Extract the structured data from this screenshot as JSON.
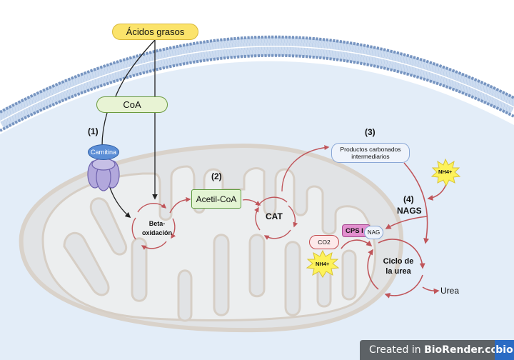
{
  "diagram": {
    "title_nodes": {
      "acidos_grasos": "Ácidos grasos",
      "coa": "CoA",
      "carnitina": "Carnitina",
      "beta_oxidacion_line1": "Beta-",
      "beta_oxidacion_line2": "oxidación",
      "acetil_coa": "Acetil-CoA",
      "cat": "CAT",
      "productos_line1": "Productos carbonados",
      "productos_line2": "intermediarios",
      "nh4_top": "NH4+",
      "nh4_bottom": "NH4+",
      "nags": "NAGS",
      "cps": "CPS I",
      "nag": "NAG",
      "co2": "CO2",
      "ciclo_line1": "Ciclo de",
      "ciclo_line2": "la urea",
      "urea": "Urea"
    },
    "step_labels": {
      "step1": "(1)",
      "step2": "(2)",
      "step3": "(3)",
      "step4": "(4)"
    },
    "colors": {
      "cytoplasm": "#e3edf8",
      "membrane_head": "#7694c0",
      "membrane_tail": "#b8cde8",
      "mito_outer": "#e4e6e8",
      "mito_border": "#d7d0c8",
      "mito_matrix": "#eceeef",
      "cycle_arrow": "#c0555a",
      "black_arrow": "#222222",
      "star_fill": "#fdf25a",
      "star_stroke": "#d8c436"
    }
  },
  "watermark": {
    "prefix": "Created in ",
    "brand": "BioRender.com",
    "logo": "bio"
  }
}
